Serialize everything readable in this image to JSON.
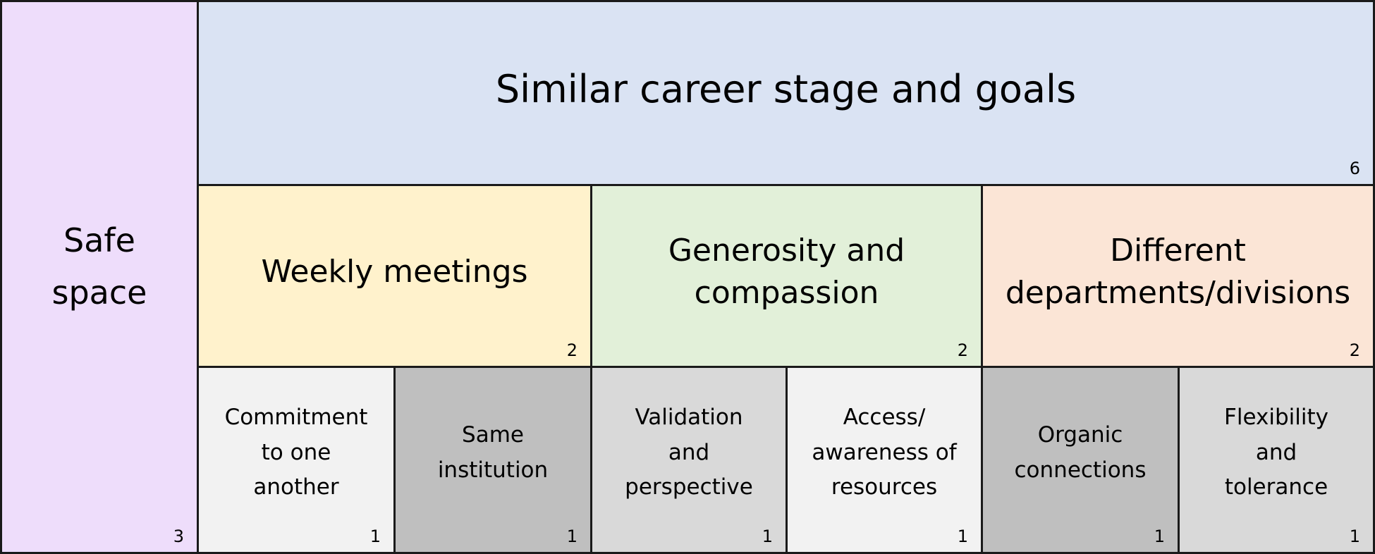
{
  "cells": [
    {
      "id": "safe-space",
      "label": "Safe\nspace",
      "count": "3",
      "color": "#EEDDFB"
    },
    {
      "id": "similar-career",
      "label": "Similar career stage and goals",
      "count": "6",
      "color": "#DAE3F3"
    },
    {
      "id": "weekly-meetings",
      "label": "Weekly meetings",
      "count": "2",
      "color": "#FFF2CC"
    },
    {
      "id": "generosity",
      "label": "Generosity and\ncompassion",
      "count": "2",
      "color": "#E2F0D9"
    },
    {
      "id": "different-departments",
      "label": "Different\ndepartments/divisions",
      "count": "2",
      "color": "#FBE5D6"
    },
    {
      "id": "commitment",
      "label": "Commitment\nto one\nanother",
      "count": "1",
      "color": "#F2F2F2"
    },
    {
      "id": "same-institution",
      "label": "Same\ninstitution",
      "count": "1",
      "color": "#BFBFBF"
    },
    {
      "id": "validation",
      "label": "Validation\nand\nperspective",
      "count": "1",
      "color": "#D9D9D9"
    },
    {
      "id": "access",
      "label": "Access/\nawareness of\nresources",
      "count": "1",
      "color": "#F2F2F2"
    },
    {
      "id": "organic",
      "label": "Organic\nconnections",
      "count": "1",
      "color": "#BFBFBF"
    },
    {
      "id": "flexibility",
      "label": "Flexibility\nand\ntolerance",
      "count": "1",
      "color": "#D9D9D9"
    }
  ]
}
